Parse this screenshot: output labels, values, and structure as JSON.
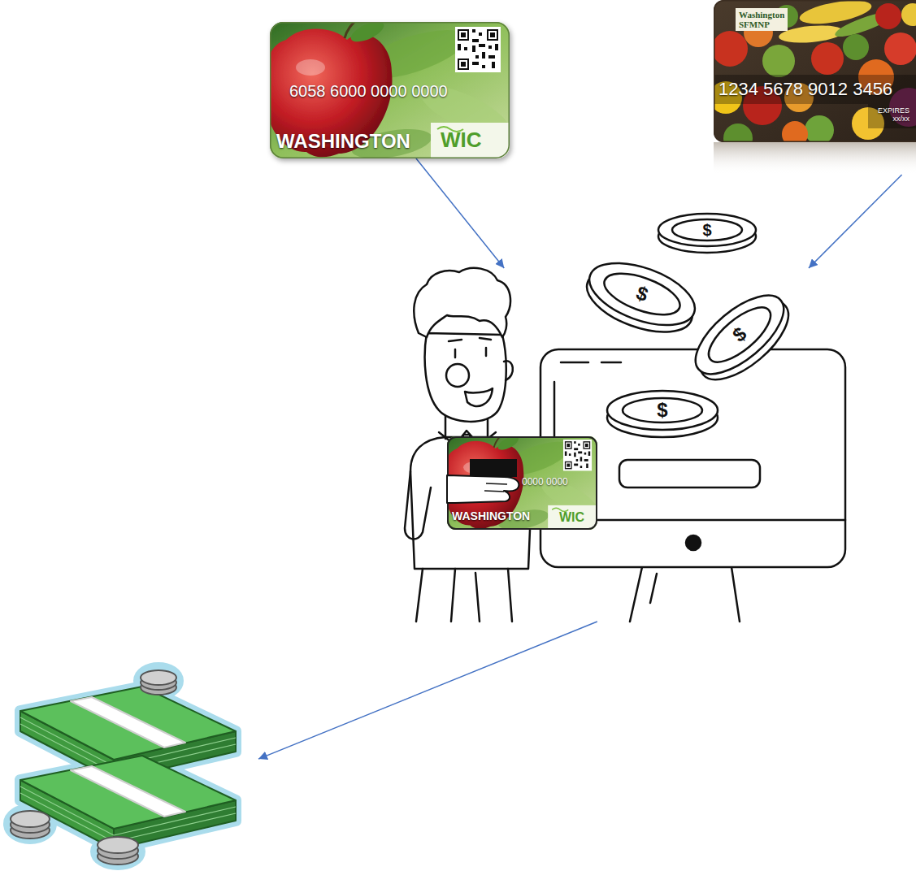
{
  "diagram": {
    "nodes": [
      {
        "text": [
          "6058 6000 0000 0000",
          "WASHINGTON",
          "WIC"
        ]
      },
      {
        "text": [
          "Washington SFMNP",
          "1234 5678 9012 3456",
          "EXPIRES xx/xx"
        ]
      },
      {
        "text": []
      },
      {
        "text": [
          "0000 0000",
          "WASHINGTON",
          "WIC"
        ],
        "in": 2
      },
      {
        "text": []
      }
    ],
    "edges": [
      {
        "from": 0,
        "to": 2,
        "arrow": "to"
      },
      {
        "from": 1,
        "to": 2,
        "arrow": "to"
      },
      {
        "from": 2,
        "to": 4,
        "arrow": "to"
      }
    ],
    "labels": [
      "$",
      "$",
      "$",
      "$"
    ]
  }
}
